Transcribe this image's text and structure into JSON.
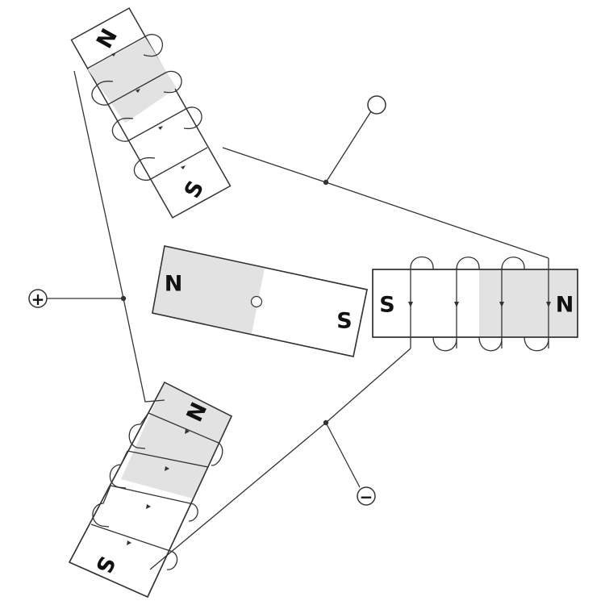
{
  "rotor": {
    "north_label": "N",
    "south_label": "S"
  },
  "coils": {
    "top_left": {
      "north_label": "N",
      "south_label": "S"
    },
    "right": {
      "north_label": "N",
      "south_label": "S"
    },
    "bottom_left": {
      "north_label": "N",
      "south_label": "S"
    }
  },
  "terminals": {
    "positive": {
      "symbol": "+"
    },
    "negative": {
      "symbol": "−"
    },
    "neutral": {
      "symbol": ""
    }
  },
  "colors": {
    "stroke": "#333333",
    "pole_fill": "#e2e2e2",
    "background": "#ffffff"
  }
}
